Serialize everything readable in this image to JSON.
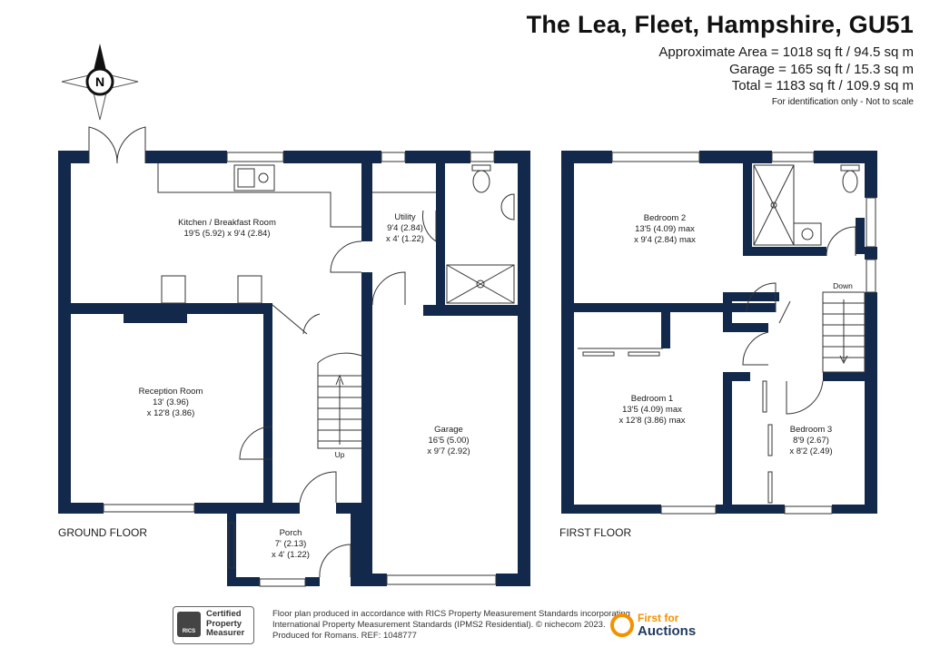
{
  "header": {
    "title": "The Lea, Fleet, Hampshire, GU51",
    "approx_area": "Approximate Area = 1018 sq ft / 94.5 sq m",
    "garage_area": "Garage = 165 sq ft / 15.3 sq m",
    "total_area": "Total = 1183 sq ft / 109.9 sq m",
    "disclaimer": "For identification only - Not to scale"
  },
  "compass": {
    "label": "N"
  },
  "ground_floor": {
    "label": "GROUND FLOOR",
    "kitchen": {
      "name": "Kitchen / Breakfast Room",
      "dims": "19'5 (5.92) x 9'4 (2.84)"
    },
    "utility": {
      "name": "Utility",
      "dims1": "9'4 (2.84)",
      "dims2": "x 4' (1.22)"
    },
    "reception": {
      "name": "Reception Room",
      "dims1": "13' (3.96)",
      "dims2": "x 12'8 (3.86)"
    },
    "garage": {
      "name": "Garage",
      "dims1": "16'5 (5.00)",
      "dims2": "x 9'7 (2.92)"
    },
    "porch": {
      "name": "Porch",
      "dims1": "7' (2.13)",
      "dims2": "x 4' (1.22)"
    },
    "stairs_label": "Up"
  },
  "first_floor": {
    "label": "FIRST FLOOR",
    "bedroom2": {
      "name": "Bedroom 2",
      "dims1": "13'5 (4.09) max",
      "dims2": "x 9'4 (2.84) max"
    },
    "bedroom1": {
      "name": "Bedroom 1",
      "dims1": "13'5 (4.09) max",
      "dims2": "x 12'8 (3.86) max"
    },
    "bedroom3": {
      "name": "Bedroom 3",
      "dims1": "8'9 (2.67)",
      "dims2": "x 8'2 (2.49)"
    },
    "stairs_label": "Down"
  },
  "footer": {
    "rics_badge": "RICS",
    "rics_line1": "Certified",
    "rics_line2": "Property",
    "rics_line3": "Measurer",
    "line1": "Floor plan produced in accordance with RICS Property Measurement Standards incorporating",
    "line2": "International Property Measurement Standards (IPMS2 Residential).  © nichecom 2023.",
    "line3": "Produced for Romans.   REF:  1048777",
    "brand_line1": "First for",
    "brand_line2": "Auctions"
  },
  "colors": {
    "wall": "#13294b",
    "brand_orange": "#f39200",
    "brand_navy": "#1f3a5f"
  }
}
